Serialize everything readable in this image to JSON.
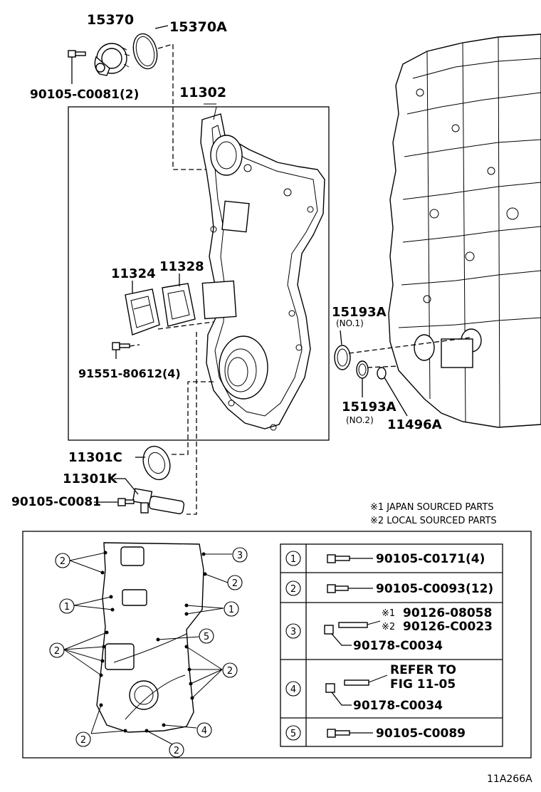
{
  "parts": {
    "p15370": "15370",
    "p15370A": "15370A",
    "p90105_C0081_2": "90105-C0081(2)",
    "p11302": "11302",
    "p11324": "11324",
    "p11328": "11328",
    "p91551": "91551-80612(4)",
    "p15193A_1": "15193A",
    "p15193A_1_sub": "(NO.1)",
    "p15193A_2": "15193A",
    "p15193A_2_sub": "(NO.2)",
    "p11496A": "11496A",
    "p11301C": "11301C",
    "p11301K": "11301K",
    "p90105_C0081": "90105-C0081"
  },
  "notes": {
    "japan": "※1 JAPAN SOURCED PARTS",
    "local": "※2 LOCAL SOURCED PARTS"
  },
  "callouts": {
    "c1": "1",
    "c2": "2",
    "c3": "3",
    "c4": "4",
    "c5": "5"
  },
  "legend": {
    "r1_num": "1",
    "r1_part": "90105-C0171(4)",
    "r2_num": "2",
    "r2_part": "90105-C0093(12)",
    "r3_num": "3",
    "r3_mark1": "※1",
    "r3_part1": "90126-08058",
    "r3_mark2": "※2",
    "r3_part2": "90126-C0023",
    "r3_part3": "90178-C0034",
    "r4_num": "4",
    "r4_refer1": "REFER TO",
    "r4_refer2": "FIG 11-05",
    "r4_part": "90178-C0034",
    "r5_num": "5",
    "r5_part": "90105-C0089"
  },
  "figure_code": "11A266A"
}
